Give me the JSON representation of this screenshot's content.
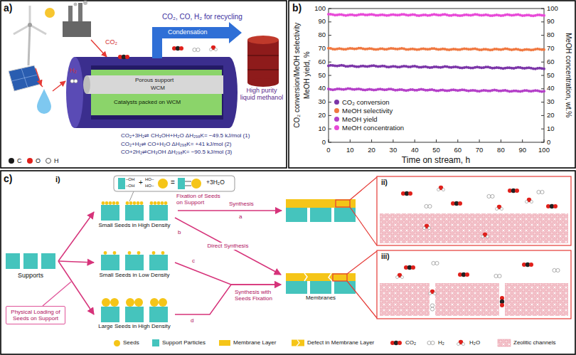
{
  "diagram": {
    "nodes": [
      {
        "text": [
          "Supports"
        ]
      },
      {
        "text": [
          "Small Seeds in High Density"
        ]
      },
      {
        "text": [
          "Small Seeds in Low Density"
        ]
      },
      {
        "text": [
          "Large Seeds in High Density"
        ]
      },
      {
        "text": [
          "Physical Loading of Seeds on Support"
        ]
      },
      {
        "text": [
          "Membranes"
        ]
      }
    ],
    "edges": [
      {
        "from": 0,
        "to": 1,
        "arrow": "to"
      },
      {
        "from": 0,
        "to": 2,
        "arrow": "to"
      },
      {
        "from": 0,
        "to": 3,
        "arrow": "to"
      },
      {
        "from": 1,
        "to": 5,
        "label": "Direct Synthesis",
        "arrow": "to"
      },
      {
        "from": 2,
        "to": 5,
        "label": "c",
        "arrow": "to"
      },
      {
        "from": 3,
        "to": 5,
        "label": "d",
        "arrow": "to"
      }
    ],
    "labels": [
      "a)",
      "CO₂, CO, H₂ for recycling",
      "Condensation",
      "CO₂",
      "H₂",
      "High purity liquid methanol",
      "Porous support",
      "WCM",
      "Catalysts packed on WCM",
      "CO₂+3H₂⇌ CH₃OH+H₂O ΔH₂₉₈K= −49.5 kJ/mol (1)",
      "CO₂+H₂⇌ CO+H₂O ΔH₂₉₈K= +41 kJ/mol (2)",
      "CO+2H₂⇌CH₃OH ΔH₂₉₈K= −90.5 kJ/mol (3)",
      "b)",
      "CO₂ conversion/MeOH selectivity",
      "MeOH yield, %",
      "MeOH concentration, wt.%",
      "Time on stream, h",
      "0",
      "10",
      "20",
      "30",
      "40",
      "50",
      "60",
      "70",
      "80",
      "90",
      "100",
      "0",
      "10",
      "20",
      "30",
      "40",
      "50",
      "60",
      "70",
      "80",
      "90",
      "100",
      "0",
      "10",
      "20",
      "30",
      "40",
      "50",
      "60",
      "70",
      "80",
      "90",
      "100",
      "c)",
      "i)",
      "ii)",
      "iii)",
      "–OH",
      "–OH",
      "+",
      "HO–",
      "HO–",
      "=",
      "+3H₂O",
      "Fixation of Seeds on Support",
      "Synthesis",
      "a",
      "b",
      "Synthesis with Seeds Fixation"
    ],
    "legend": [
      {
        "text": "C",
        "color": "#1a1a1a"
      },
      {
        "text": "O",
        "color": "#e0201b"
      },
      {
        "text": "H",
        "color": "#ffffff"
      },
      {
        "text": "CO₂ conversion",
        "color": "#7b35a8"
      },
      {
        "text": "MeOH selectivity",
        "color": "#f07840"
      },
      {
        "text": "MeOH yield",
        "color": "#b43fc8"
      },
      {
        "text": "MeOH concentration",
        "color": "#e84ad8"
      },
      {
        "text": "Seeds",
        "color": "#f5c518"
      },
      {
        "text": "Support Particles",
        "color": "#45c4bd"
      },
      {
        "text": "Membrane Layer",
        "color": "#f5c518"
      },
      {
        "text": "Defect in Membrane Layer"
      },
      {
        "text": "CO₂"
      },
      {
        "text": "H₂"
      },
      {
        "text": "H₂O"
      },
      {
        "text": "Zeolitic channels"
      }
    ]
  }
}
